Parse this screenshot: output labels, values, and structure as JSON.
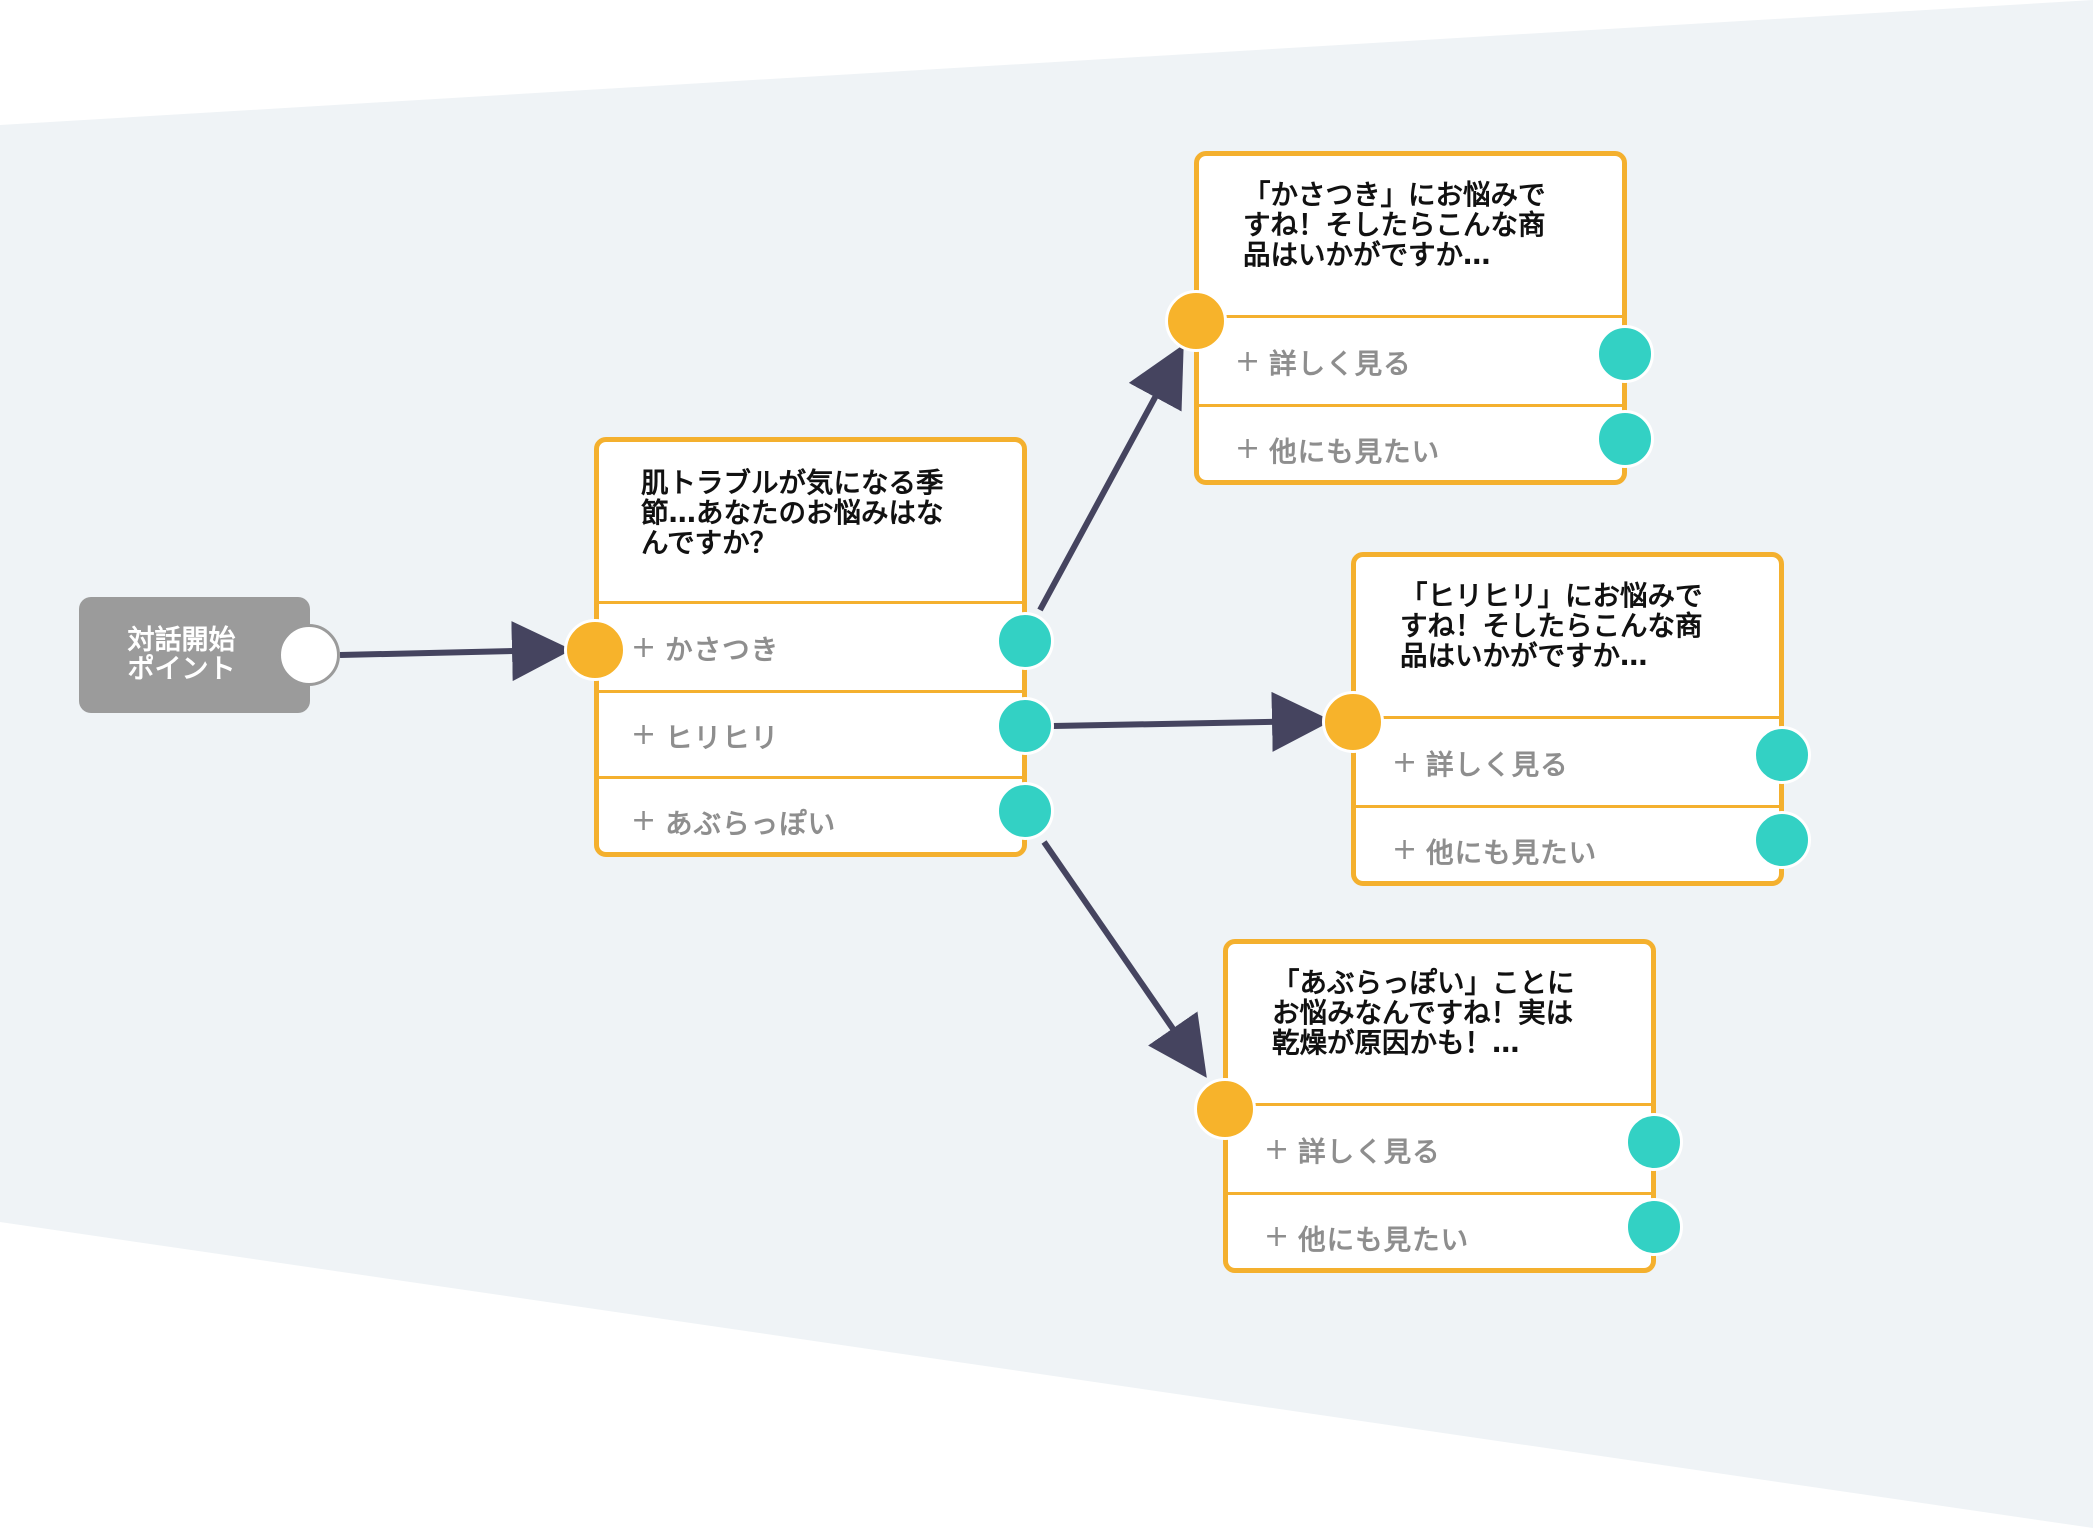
{
  "colors": {
    "band": "#eff3f6",
    "card_border": "#f4b02e",
    "input_port": "#f7b32b",
    "output_port": "#33d1c4",
    "arrow": "#45445f",
    "start_node": "#9b9b9b"
  },
  "start_node": {
    "label": "対話開始\nポイント"
  },
  "nodes": [
    {
      "message": "肌トラブルが気になる季\n節…あなたのお悩みはな\nんですか？",
      "options": [
        "かさつき",
        "ヒリヒリ",
        "あぶらっぽい"
      ]
    },
    {
      "message": "「かさつき」にお悩みで\nすね！そしたらこんな商\n品はいかがですか…",
      "options": [
        "詳しく見る",
        "他にも見たい"
      ]
    },
    {
      "message": "「ヒリヒリ」にお悩みで\nすね！そしたらこんな商\n品はいかがですか…",
      "options": [
        "詳しく見る",
        "他にも見たい"
      ]
    },
    {
      "message": "「あぶらっぽい」ことに\nお悩みなんですね！実は\n乾燥が原因かも！…",
      "options": [
        "詳しく見る",
        "他にも見たい"
      ]
    }
  ],
  "option_prefix": "+"
}
